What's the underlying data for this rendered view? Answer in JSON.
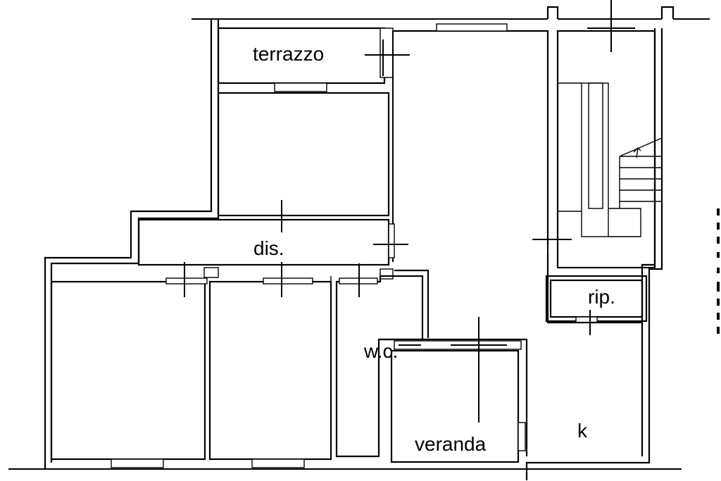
{
  "rooms": {
    "terrazzo": "terrazzo",
    "dis": "dis.",
    "wc": "w.c.",
    "veranda": "veranda",
    "rip": "rip.",
    "k": "k"
  }
}
